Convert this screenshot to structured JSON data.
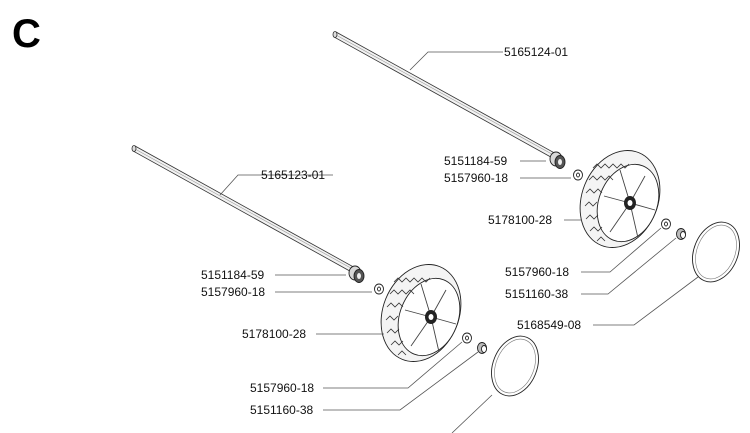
{
  "section_letter": "C",
  "labels": {
    "axle_top": "5165124-01",
    "axle_bottom": "5165123-01",
    "bushing_top": "5151184-59",
    "washer_top_inner": "5157960-18",
    "wheel_top": "5178100-28",
    "washer_top_outer": "5157960-18",
    "clip_top": "5151160-38",
    "hubcap_top": "5168549-08",
    "bushing_bottom": "5151184-59",
    "washer_bottom_inner": "5157960-18",
    "wheel_bottom": "5178100-28",
    "washer_bottom_outer": "5157960-18",
    "clip_bottom": "5151160-38"
  }
}
